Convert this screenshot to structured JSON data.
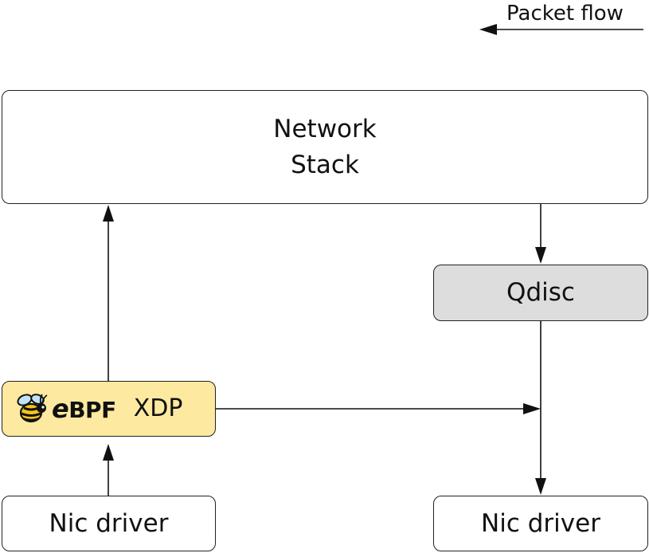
{
  "legend": {
    "label": "Packet flow"
  },
  "nodes": {
    "network_stack": {
      "line1": "Network",
      "line2": "Stack"
    },
    "qdisc": {
      "label": "Qdisc"
    },
    "xdp": {
      "logo_e": "e",
      "logo_bpf": "BPF",
      "label": "XDP"
    },
    "nic_left": {
      "label": "Nic driver"
    },
    "nic_right": {
      "label": "Nic driver"
    }
  },
  "edges": [
    {
      "from": "nic_left",
      "to": "xdp"
    },
    {
      "from": "xdp",
      "to": "network_stack"
    },
    {
      "from": "network_stack",
      "to": "qdisc"
    },
    {
      "from": "qdisc",
      "to": "nic_right"
    },
    {
      "from": "xdp",
      "to": "nic_right"
    }
  ],
  "colors": {
    "xdp_fill": "#fde9a0",
    "qdisc_fill": "#dddddd",
    "box_fill": "#ffffff",
    "stroke": "#222222"
  },
  "icons": {
    "ebpf_logo": "bee-icon"
  }
}
